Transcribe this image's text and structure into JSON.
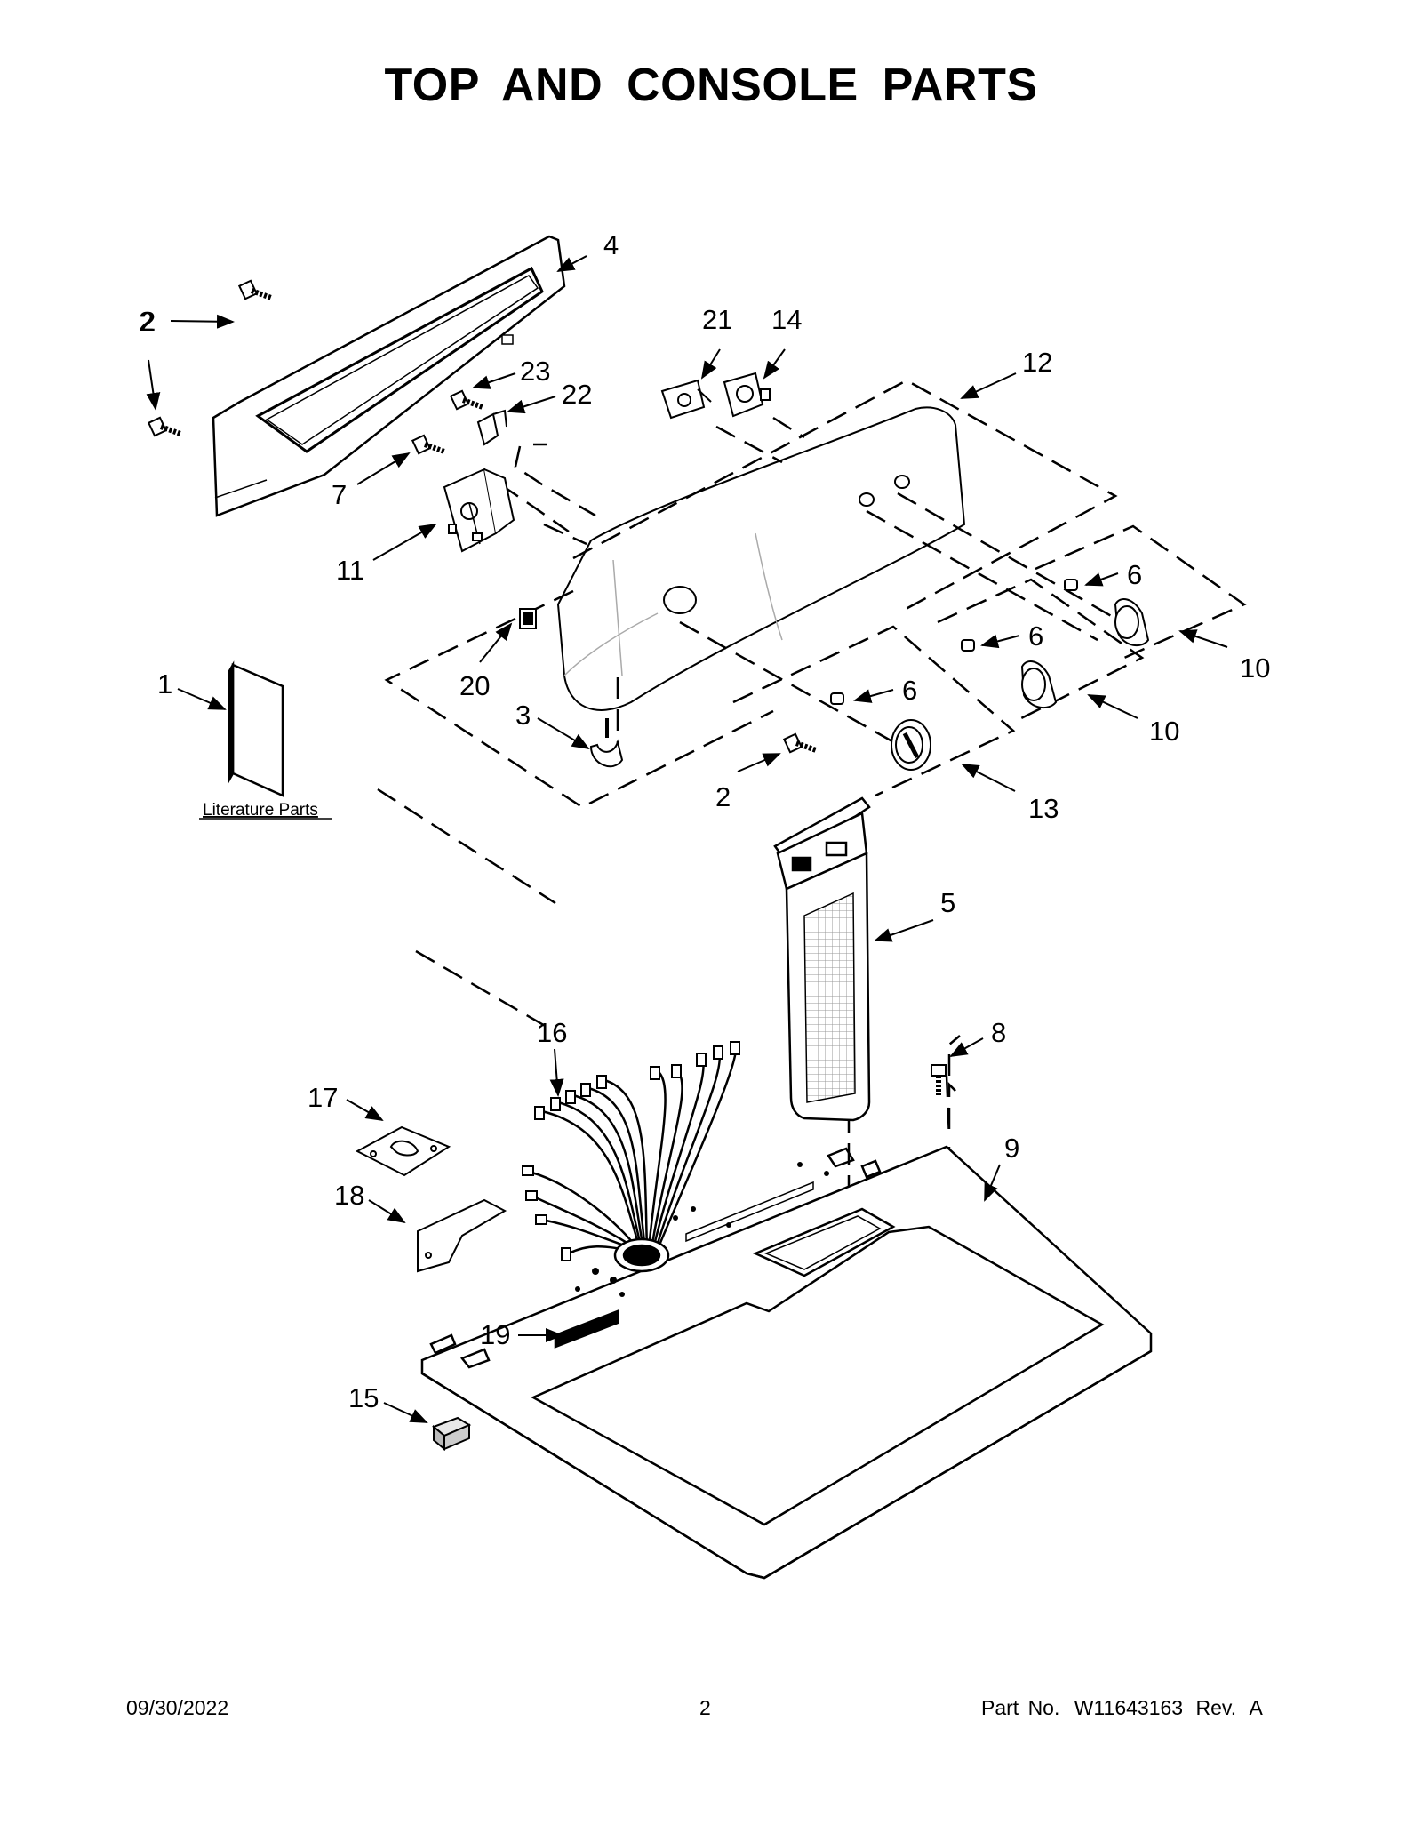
{
  "page": {
    "title": "TOP AND CONSOLE PARTS"
  },
  "literature": {
    "label": "Literature Parts"
  },
  "callouts": [
    {
      "id": "c2a",
      "text": "2"
    },
    {
      "id": "c4",
      "text": "4"
    },
    {
      "id": "c2b",
      "text": "2"
    },
    {
      "id": "c21",
      "text": "21"
    },
    {
      "id": "c14",
      "text": "14"
    },
    {
      "id": "c12",
      "text": "12"
    },
    {
      "id": "c23",
      "text": "23"
    },
    {
      "id": "c22",
      "text": "22"
    },
    {
      "id": "c7",
      "text": "7"
    },
    {
      "id": "c11",
      "text": "11"
    },
    {
      "id": "c6a",
      "text": "6"
    },
    {
      "id": "c6b",
      "text": "6"
    },
    {
      "id": "c6c",
      "text": "6"
    },
    {
      "id": "c10a",
      "text": "10"
    },
    {
      "id": "c10b",
      "text": "10"
    },
    {
      "id": "c1",
      "text": "1"
    },
    {
      "id": "c20",
      "text": "20"
    },
    {
      "id": "c3",
      "text": "3"
    },
    {
      "id": "c2c",
      "text": "2"
    },
    {
      "id": "c13",
      "text": "13"
    },
    {
      "id": "c5",
      "text": "5"
    },
    {
      "id": "c16",
      "text": "16"
    },
    {
      "id": "c8",
      "text": "8"
    },
    {
      "id": "c17",
      "text": "17"
    },
    {
      "id": "c9",
      "text": "9"
    },
    {
      "id": "c18",
      "text": "18"
    },
    {
      "id": "c19",
      "text": "19"
    },
    {
      "id": "c15",
      "text": "15"
    }
  ],
  "footer": {
    "date": "09/30/2022",
    "page_number": "2",
    "part_no_label": "Part No.",
    "part_no_value": "W11643163",
    "rev_label": "Rev.",
    "rev_value": "A"
  }
}
